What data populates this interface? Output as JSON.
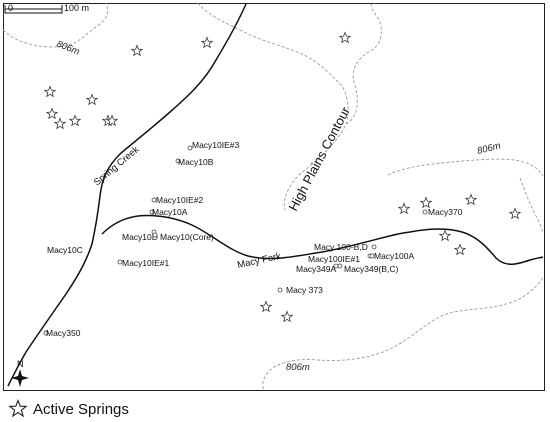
{
  "scale_bar": {
    "start_label": "0",
    "end_label": "100 m"
  },
  "contours": [
    {
      "label": "806m"
    },
    {
      "label": "806m"
    },
    {
      "label": "806m"
    }
  ],
  "rivers": [
    {
      "name": "Spring Creek"
    },
    {
      "name": "Macy Fork"
    }
  ],
  "high_plains_contour": {
    "label": "High Plains Contour"
  },
  "wells": [
    {
      "name": "Macy10IE#3"
    },
    {
      "name": "Macy10B"
    },
    {
      "name": "Macy10IE#2"
    },
    {
      "name": "Macy10A"
    },
    {
      "name": "Macy10D"
    },
    {
      "name": "Macy10(Core)"
    },
    {
      "name": "Macy10C"
    },
    {
      "name": "Macy10IE#1"
    },
    {
      "name": "Macy370"
    },
    {
      "name": "Macy 100-B,D"
    },
    {
      "name": "Macy100IE#1"
    },
    {
      "name": "Macy100A"
    },
    {
      "name": "Macy349A"
    },
    {
      "name": "Macy349(B,C)"
    },
    {
      "name": "Macy 373"
    },
    {
      "name": "Macy350"
    }
  ],
  "north_arrow": {
    "label": "N"
  },
  "legend": {
    "label": "Active Springs",
    "icon": "star-outline-icon"
  },
  "colors": {
    "line": "#111111",
    "contour": "#999999",
    "star": "#333333"
  }
}
